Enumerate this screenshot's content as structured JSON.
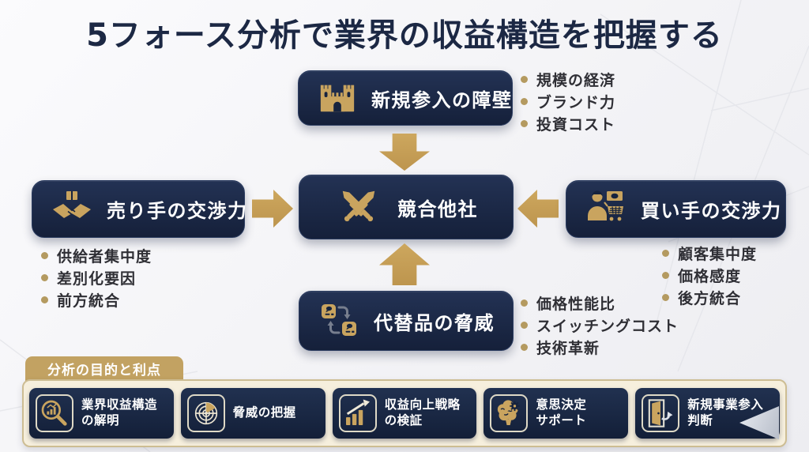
{
  "title": "5フォース分析で業界の収益構造を把握する",
  "forces": {
    "new_entrants": {
      "label": "新規参入の障壁",
      "icon": "castle-icon",
      "bullets": [
        "規模の経済",
        "ブランド力",
        "投資コスト"
      ]
    },
    "suppliers": {
      "label": "売り手の交渉力",
      "icon": "handshake-package-icon",
      "bullets": [
        "供給者集中度",
        "差別化要因",
        "前方統合"
      ]
    },
    "rivalry": {
      "label": "競合他社",
      "icon": "crossed-swords-icon"
    },
    "buyers": {
      "label": "買い手の交渉力",
      "icon": "buyer-cart-icon",
      "bullets": [
        "顧客集中度",
        "価格感度",
        "後方統合"
      ]
    },
    "substitutes": {
      "label": "代替品の脅威",
      "icon": "swap-boxes-icon",
      "bullets": [
        "価格性能比",
        "スイッチングコスト",
        "技術革新"
      ]
    }
  },
  "benefits": {
    "header": "分析の目的と利点",
    "items": [
      {
        "label": "業界収益構造\nの解明",
        "icon": "magnifier-chart-icon"
      },
      {
        "label": "脅威の把握",
        "icon": "radar-icon"
      },
      {
        "label": "収益向上戦略\nの検証",
        "icon": "growth-arrow-icon"
      },
      {
        "label": "意思決定\nサポート",
        "icon": "brain-gear-icon"
      },
      {
        "label": "新規事業参入\n判断",
        "icon": "door-exit-icon"
      }
    ]
  },
  "colors": {
    "navy": "#16233e",
    "gold": "#c9a45f",
    "cream": "#f6efdd",
    "tab_gold": "#c2a262",
    "title_navy": "#1c2844"
  }
}
